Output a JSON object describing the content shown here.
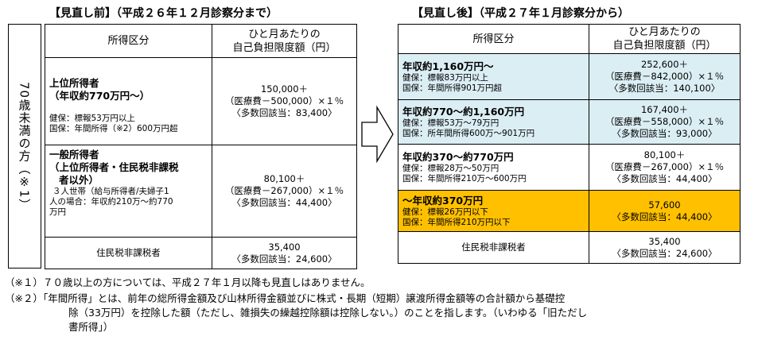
{
  "before": {
    "title": "【見直し前】（平成２６年１２月診察分まで）",
    "side_label": "70歳未満の方（※1）",
    "header": {
      "col1": "所得区分",
      "col2_line1": "ひと月あたりの",
      "col2_line2": "自己負担限度額（円）"
    },
    "rows": [
      {
        "title_line1": "上位所得者",
        "title_line2": "（年収約770万円～）",
        "detail_line1": "健保：標報53万円以上",
        "detail_line2": "国保：年間所得（※2）600万円超",
        "amount_line1": "150,000＋",
        "amount_line2": "（医療費－500,000）×１％",
        "amount_line3": "〈多数回該当：83,400〉"
      },
      {
        "title_line1": "一般所得者",
        "title_line2": "（上位所得者・住民税非課税",
        "title_line3": "者以外）",
        "detail_line1": "３人世帯（給与所得者/夫婦子1",
        "detail_line2": "人の場合：年収約210万～約770",
        "detail_line3": "万円",
        "amount_line1": "80,100＋",
        "amount_line2": "（医療費－267,000）×１％",
        "amount_line3": "〈多数回該当：44,400〉"
      },
      {
        "title_line1": "住民税非課税者",
        "amount_line1": "35,400",
        "amount_line2": "〈多数回該当：24,600〉"
      }
    ]
  },
  "after": {
    "title": "【見直し後】（平成２７年１月診察分から）",
    "header": {
      "col1": "所得区分",
      "col2_line1": "ひと月あたりの",
      "col2_line2": "自己負担限度額（円）"
    },
    "rows": [
      {
        "title": "年収約1,160万円～",
        "detail_line1": "健保：標報83万円以上",
        "detail_line2": "国保：年間所得901万円超",
        "amount_line1": "252,600＋",
        "amount_line2": "（医療費－842,000）×１％",
        "amount_line3": "〈多数回該当：140,100〉"
      },
      {
        "title": "年収約770～約1,160万円",
        "detail_line1": "健保：標報53万～79万円",
        "detail_line2": "国保：所年間所得600万～901万円",
        "amount_line1": "167,400＋",
        "amount_line2": "（医療費－558,000）×１％",
        "amount_line3": "〈多数回該当：93,000〉"
      },
      {
        "title": "年収約370～約770万円",
        "detail_line1": "健保：標報28万～50万円",
        "detail_line2": "国保：年間所得210万～600万円",
        "amount_line1": "80,100＋",
        "amount_line2": "（医療費－267,000）×１％",
        "amount_line3": "〈多数回該当：44,400〉"
      },
      {
        "title": "～年収約370万円",
        "detail_line1": "健保：標報26万円以下",
        "detail_line2": "国保：年間所得210万円以下",
        "amount_line1": "57,600",
        "amount_line2": "〈多数回該当：44,400〉"
      },
      {
        "title": "住民税非課税者",
        "amount_line1": "35,400",
        "amount_line2": "〈多数回該当：24,600〉"
      }
    ]
  },
  "notes": {
    "n1": "（※１）７０歳以上の方については、平成２７年１月以降も見直しはありません。",
    "n2_line1": "（※２）「年間所得」とは、前年の総所得金額及び山林所得金額並びに株式・長期（短期）譲渡所得金額等の合計額から基礎控",
    "n2_line2": "除（33万円）を控除した額（ただし、雑損失の繰越控除額は控除しない。）のことを指します。（いわゆる「旧ただし",
    "n2_line3": "書所得」）"
  },
  "colors": {
    "highlight_blue": "#dbeef4",
    "highlight_orange": "#ffc000",
    "border": "#000000"
  },
  "icons": {
    "arrow": "right-arrow-icon"
  }
}
